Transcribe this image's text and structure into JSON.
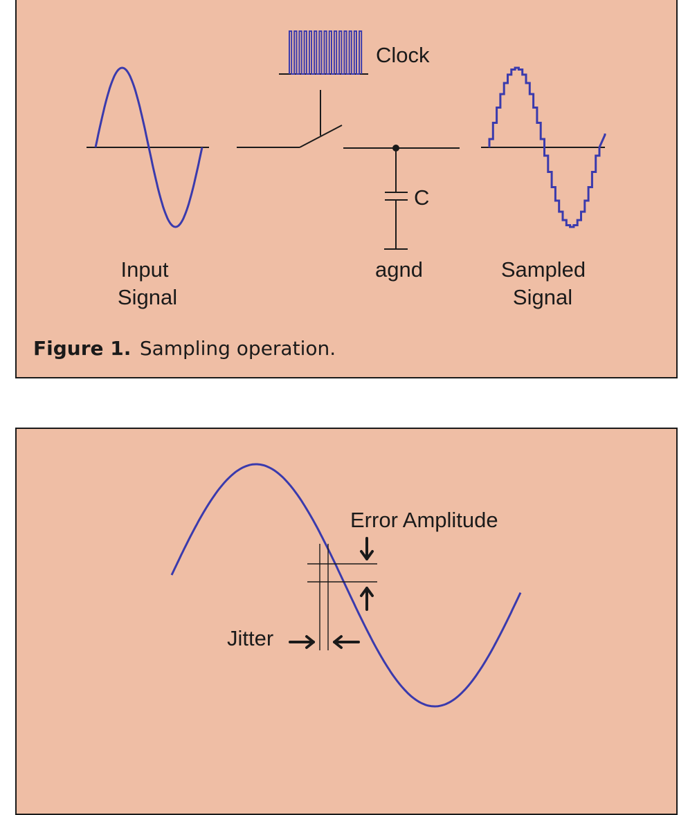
{
  "figure1": {
    "clock_label": "Clock",
    "capacitor_label": "C",
    "ground_label": "agnd",
    "input_label_line1": "Input",
    "input_label_line2": "Signal",
    "sampled_label_line1": "Sampled",
    "sampled_label_line2": "Signal",
    "caption_number": "Figure 1.",
    "caption_text": "Sampling operation."
  },
  "figure2": {
    "error_amplitude_label": "Error Amplitude",
    "jitter_label": "Jitter"
  },
  "colors": {
    "panel_background": "#efbea5",
    "waveform": "#3a3aad",
    "ink": "#1a1a1a"
  }
}
